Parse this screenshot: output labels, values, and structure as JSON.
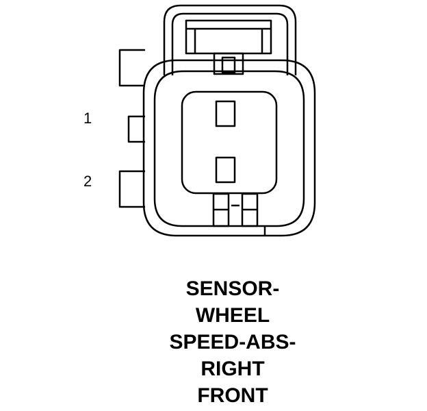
{
  "pins": [
    {
      "number": "1"
    },
    {
      "number": "2"
    }
  ],
  "caption_lines": [
    "SENSOR-",
    "WHEEL",
    "SPEED-ABS-",
    "RIGHT",
    "FRONT"
  ]
}
